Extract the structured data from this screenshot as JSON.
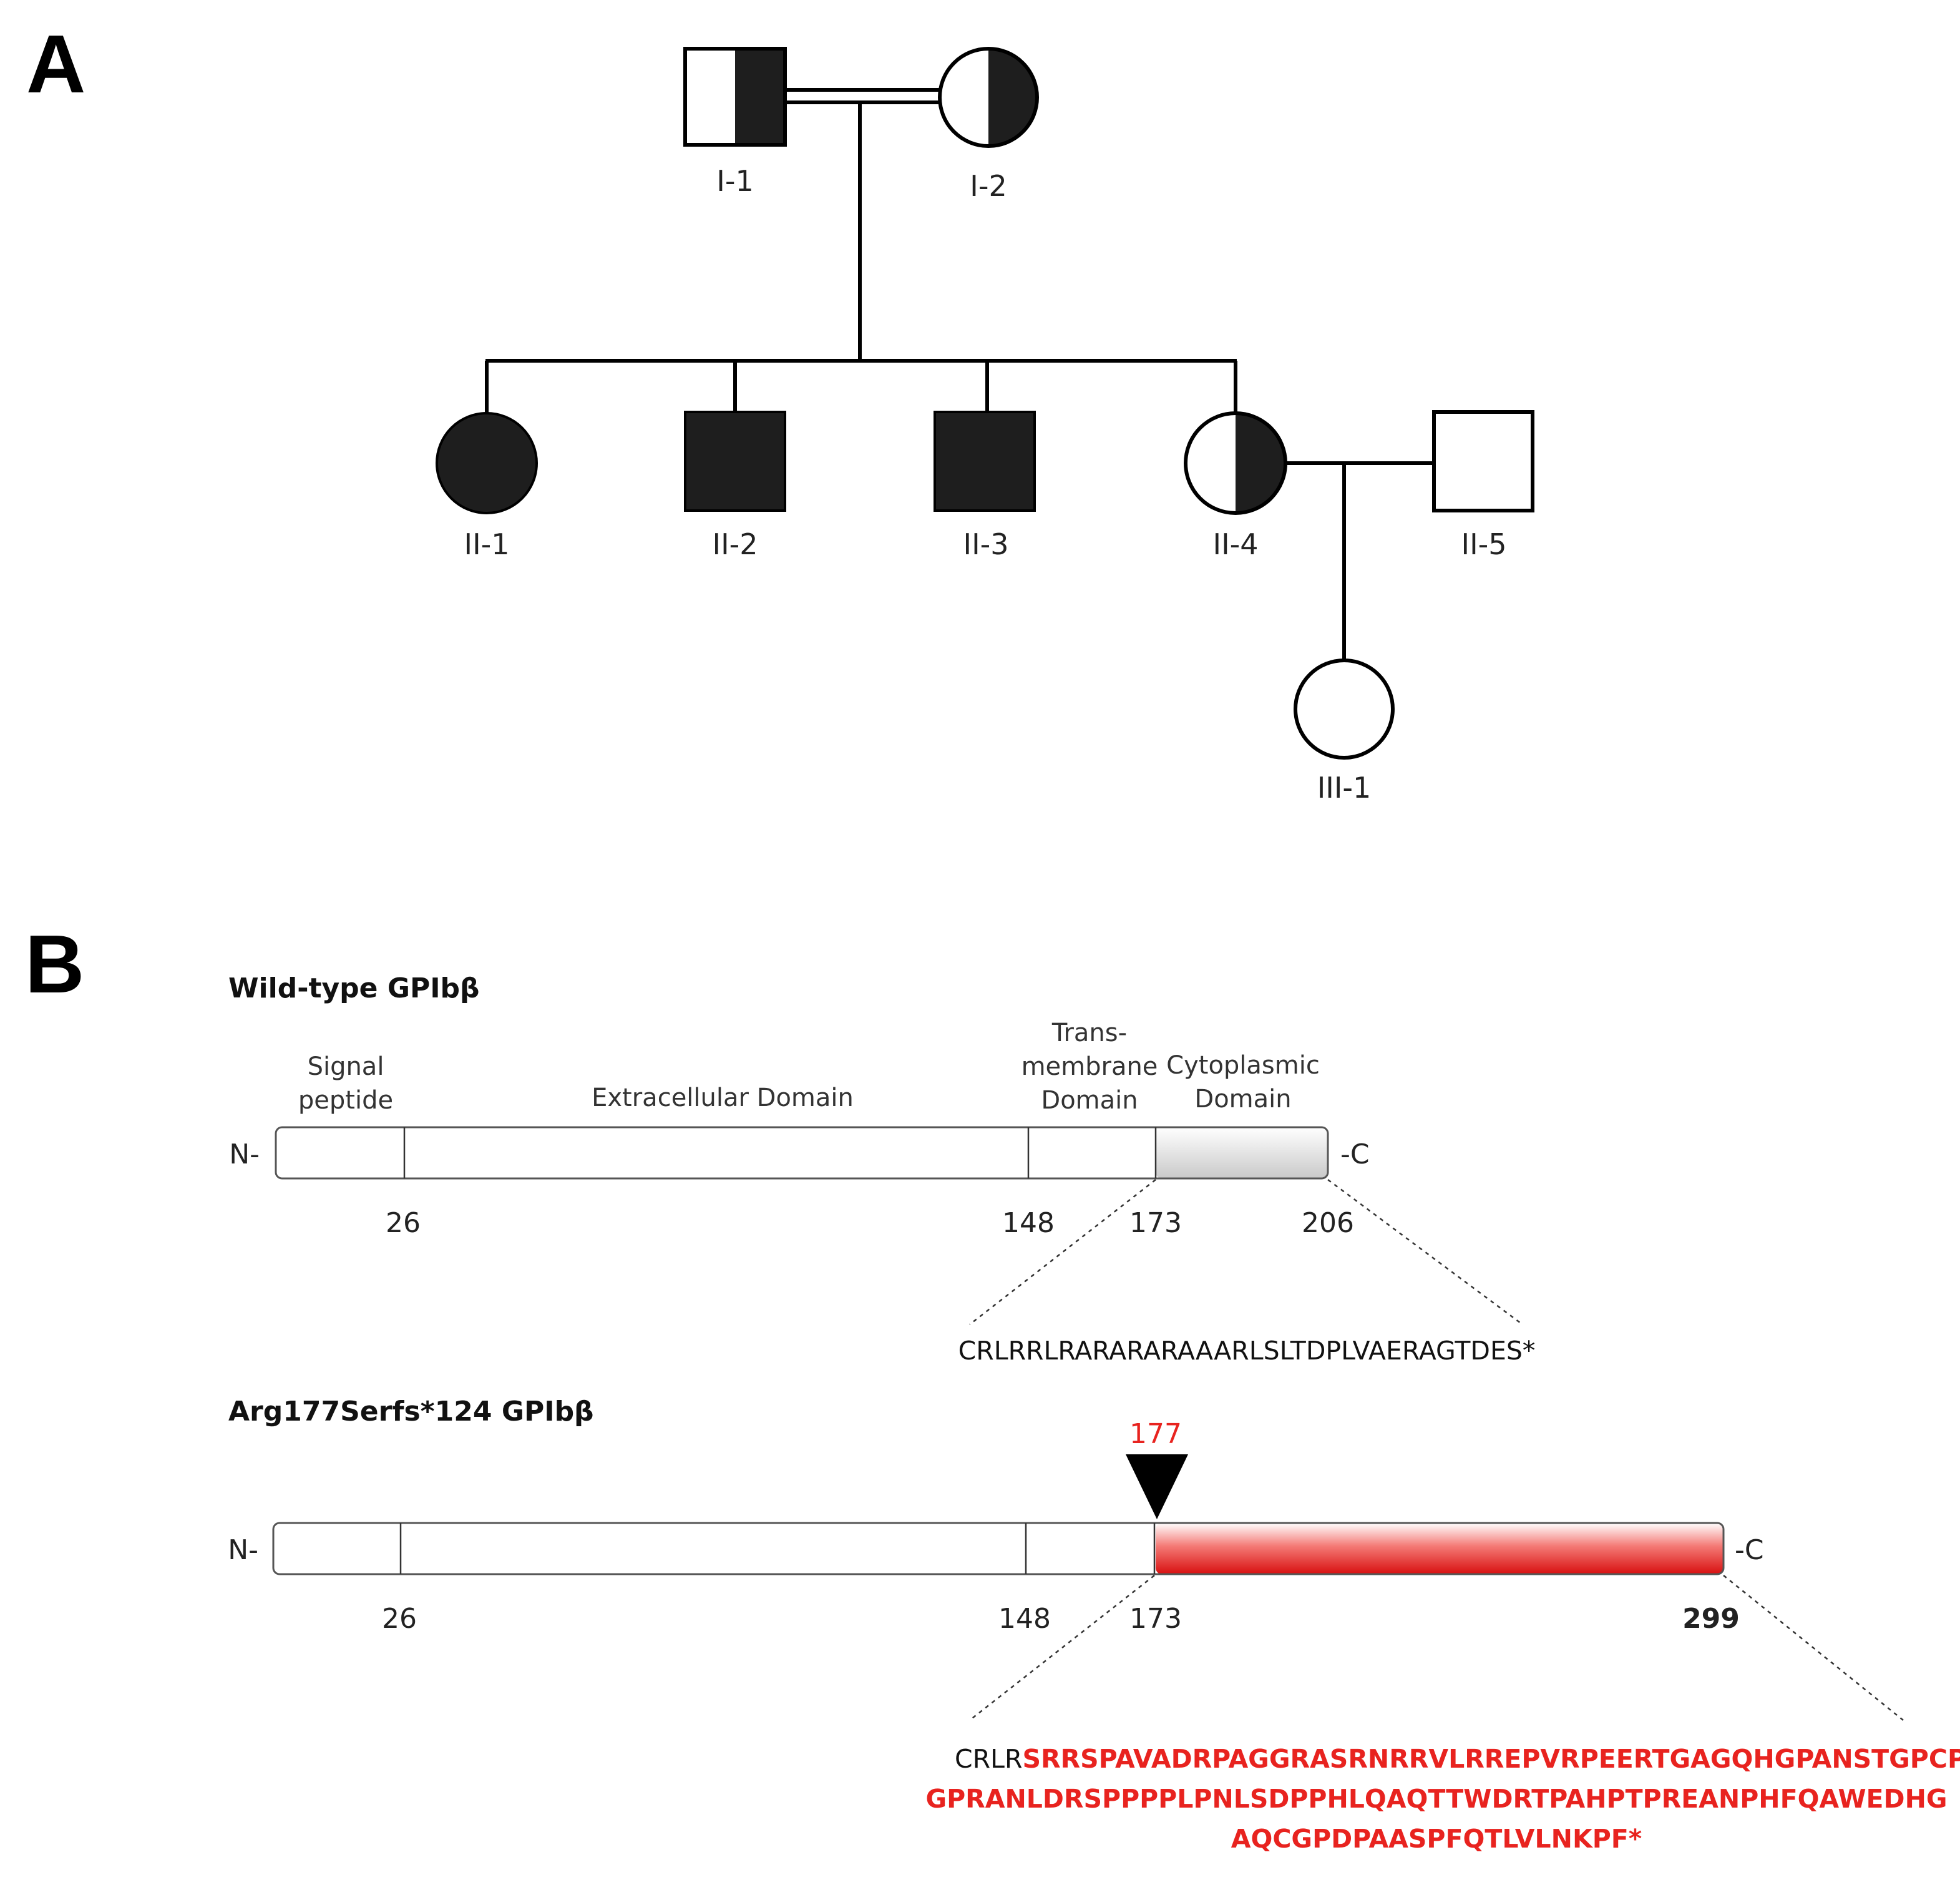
{
  "panel_a": {
    "label": "A",
    "individuals": [
      {
        "id": "I-1",
        "sex": "male",
        "status": "carrier"
      },
      {
        "id": "I-2",
        "sex": "female",
        "status": "carrier"
      },
      {
        "id": "II-1",
        "sex": "female",
        "status": "affected"
      },
      {
        "id": "II-2",
        "sex": "male",
        "status": "affected"
      },
      {
        "id": "II-3",
        "sex": "male",
        "status": "affected"
      },
      {
        "id": "II-4",
        "sex": "female",
        "status": "carrier"
      },
      {
        "id": "II-5",
        "sex": "male",
        "status": "unaffected"
      },
      {
        "id": "III-1",
        "sex": "female",
        "status": "unaffected"
      }
    ],
    "consanguineous": [
      "I-1",
      "I-2"
    ]
  },
  "panel_b": {
    "label": "B",
    "wildtype": {
      "title": "Wild-type GPIbβ",
      "domain_signal": [
        "Signal",
        "peptide"
      ],
      "domain_extracellular": "Extracellular Domain",
      "domain_transmembrane": [
        "Trans-",
        "membrane",
        "Domain"
      ],
      "domain_cytoplasmic": [
        "Cytoplasmic",
        "Domain"
      ],
      "n_term": "N-",
      "c_term": "-C",
      "positions": [
        "26",
        "148",
        "173",
        "206"
      ],
      "sequence": "CRLRRLRARARARAAARLSLTDPLVAERAGTDES*"
    },
    "mutant": {
      "title": "Arg177Serfs*124 GPIbβ",
      "mutation_position": "177",
      "n_term": "N-",
      "c_term": "-C",
      "positions": [
        "26",
        "148",
        "173",
        "299"
      ],
      "sequence_prefix": "CRLR",
      "sequence_line1": "SRRSPAVADRPAGGRASRNRRVLRREPVRPEERTGAGQHGPANSTGPCPR",
      "sequence_line2": "GPRANLDRSPPPPLPNLSDPPHLQAQTTWDRTPAHPTPREANPHFQAWEDHG",
      "sequence_line3": "AQCGPDPAASPFQTLVLNKPF*"
    }
  },
  "colors": {
    "affected": "#1e1e1e",
    "mutant_red": "#e8231f",
    "mutant_tail_gradient_end": "#d81010"
  }
}
